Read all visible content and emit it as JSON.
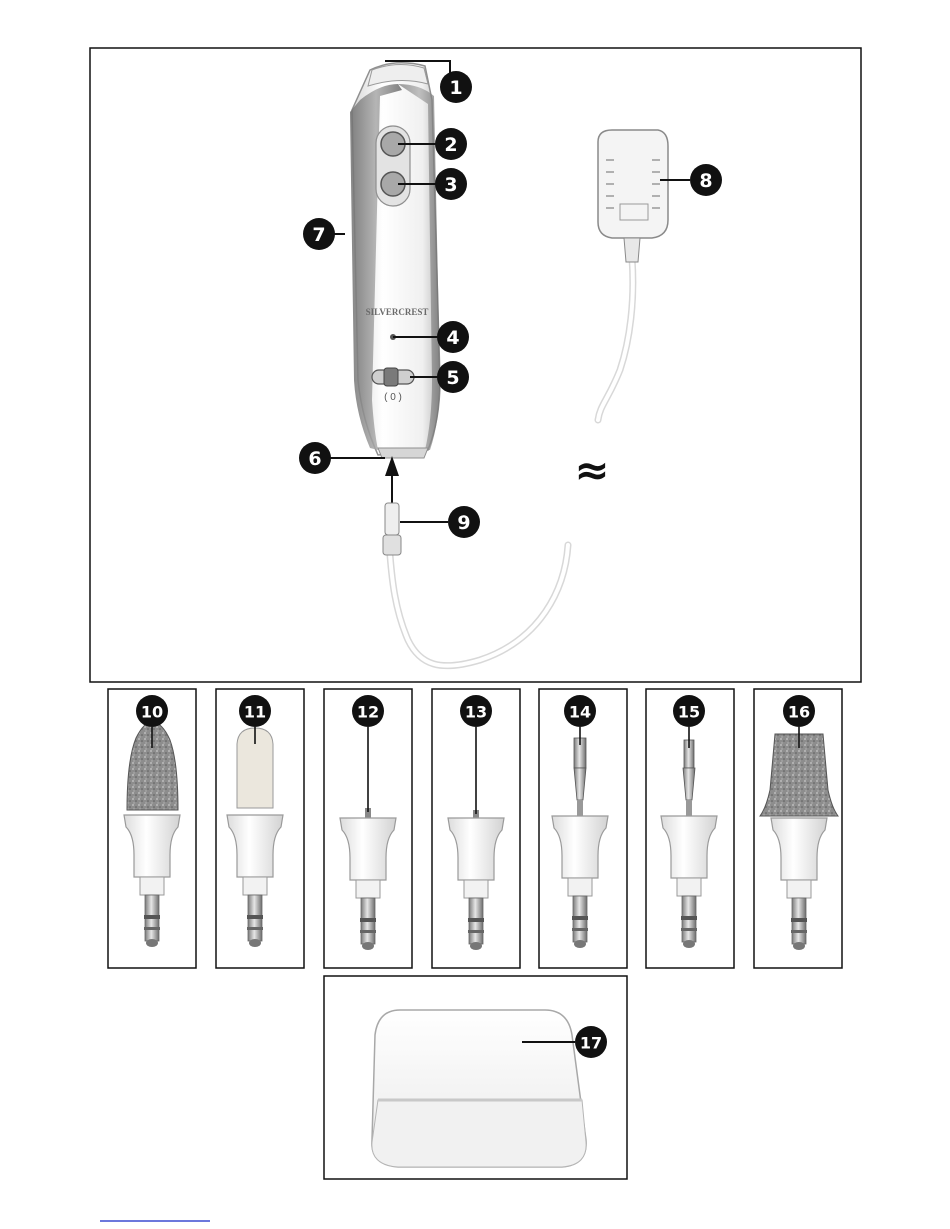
{
  "labels": {
    "n1": "1",
    "n2": "2",
    "n3": "3",
    "n4": "4",
    "n5": "5",
    "n6": "6",
    "n7": "7",
    "n8": "8",
    "n9": "9",
    "n10": "10",
    "n11": "11",
    "n12": "12",
    "n13": "13",
    "n14": "14",
    "n15": "15",
    "n16": "16",
    "n17": "17"
  },
  "device": {
    "brand": "SILVERCREST",
    "switch_marks": "( 0 )"
  },
  "cable_break_symbol": "≈",
  "colors": {
    "frame": "#111111",
    "callout": "#111111",
    "device_body": "#f4f4f4",
    "device_grip": "#8c8c8c",
    "accessory_stone": "#8a8a8a",
    "felt": "#e6e2d9"
  }
}
